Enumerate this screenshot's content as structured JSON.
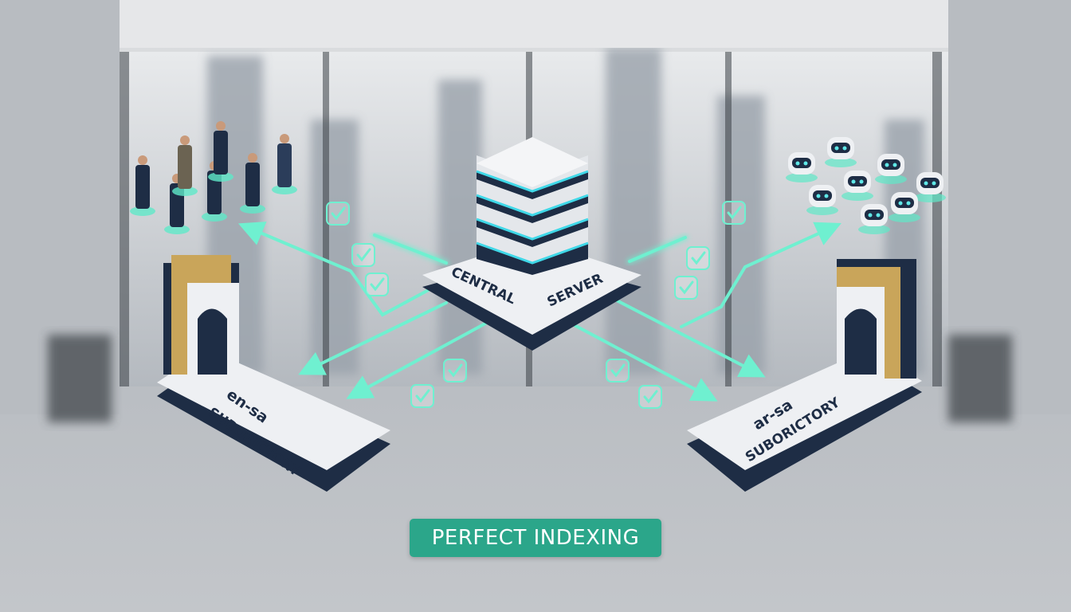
{
  "central": {
    "line1": "CENTRAL",
    "line2": "SERVER"
  },
  "left_platform": {
    "line1": "en-sa",
    "line2": "SUBORICTORY"
  },
  "right_platform": {
    "line1": "ar-sa",
    "line2": "SUBORICTORY"
  },
  "banner": {
    "label": "PERFECT INDEXING"
  },
  "colors": {
    "accent": "#6ff0d0",
    "banner": "#2ba68a",
    "platform_dark": "#1e2d45",
    "platform_top": "#eef0f3"
  },
  "icons": [
    "server-icon",
    "checkmark-icon",
    "people-group",
    "robot-icon",
    "library-arch-icon"
  ]
}
